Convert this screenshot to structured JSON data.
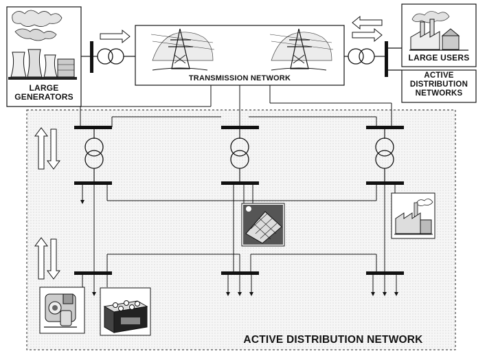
{
  "labels": {
    "large_generators": "LARGE GENERATORS",
    "transmission_network": "TRANSMISSION NETWORK",
    "large_users": "LARGE USERS",
    "active_distribution_networks": "ACTIVE DISTRIBUTION NETWORKS",
    "active_distribution_network": "ACTIVE DISTRIBUTION NETWORK"
  },
  "icons": {
    "generators": "power-plant-icon",
    "towers": "transmission-tower-icon",
    "users": "factory-icon",
    "solar": "solar-panel-icon",
    "factory_small": "factory-icon",
    "microturbine": "microturbine-icon",
    "storage": "battery-storage-icon",
    "flow": "power-flow-arrow-icon",
    "transformer": "transformer-icon"
  },
  "colors": {
    "line": "#111111",
    "dotted_fill": "#ececec",
    "bus": "#111111"
  }
}
